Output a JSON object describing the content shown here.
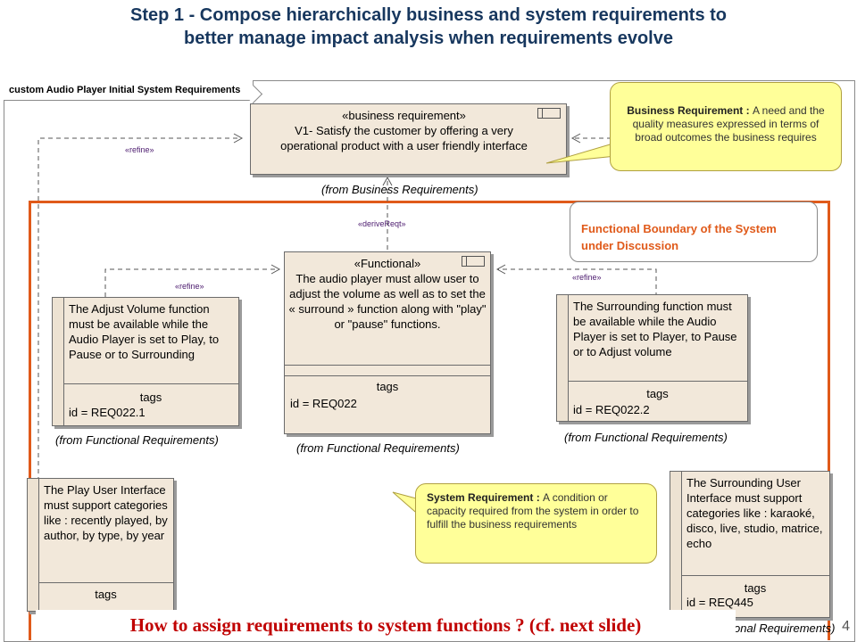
{
  "title": {
    "line1": "Step 1 - Compose hierarchically business and system requirements to",
    "line2": "better manage impact analysis when requirements evolve"
  },
  "frame": {
    "label": "custom Audio Player Initial System Requirements"
  },
  "business_req": {
    "stereotype": "«business requirement»",
    "text": "V1- Satisfy the customer by offering a very operational product with a user friendly interface",
    "from": "(from Business Requirements)"
  },
  "functional": {
    "stereotype": "«Functional»",
    "text": "The audio player must allow user to adjust the volume as well as to set the « surround » function along with \"play\" or \"pause\" functions.",
    "tags": "tags",
    "id": "id = REQ022",
    "from": "(from Functional Requirements)"
  },
  "adjust_volume": {
    "text": "The Adjust Volume function must be available while the Audio Player  is set to Play, to Pause or to Surrounding",
    "tags": "tags",
    "id": "id = REQ022.1",
    "from": "(from Functional Requirements)"
  },
  "surrounding": {
    "text": "The Surrounding function must be available while the Audio Player is set to Player, to Pause or to Adjust volume",
    "tags": "tags",
    "id": "id = REQ022.2",
    "from": "(from Functional Requirements)"
  },
  "play_ui": {
    "text": "The Play User Interface must support categories like : recently played, by author, by type, by year",
    "tags": "tags"
  },
  "surround_ui": {
    "text": "The Surrounding User Interface must support categories like  : karaoké, disco, live, studio, matrice, echo",
    "tags": "tags",
    "id": "id = REQ445",
    "from_partial": "onal Requirements)"
  },
  "relations": {
    "refine": "«refine»",
    "derive": "«deriveReqt»"
  },
  "callouts": {
    "business_label": "Business Requirement : ",
    "business_text": "A need and the quality measures expressed in terms of broad outcomes the business requires",
    "system_label": "System Requirement : ",
    "system_text": "A condition or capacity required from the system in order to fulfill the business requirements"
  },
  "boundary": {
    "label": "Functional  Boundary of the System under Discussion"
  },
  "footer": {
    "text": "How to assign requirements to system functions ? (cf. next slide)"
  },
  "page_number": "4",
  "colors": {
    "title": "#17375e",
    "boundary": "#e05a1a",
    "footer": "#c00000",
    "element_fill": "#f2e8da",
    "callout_fill": "#ffff99"
  }
}
